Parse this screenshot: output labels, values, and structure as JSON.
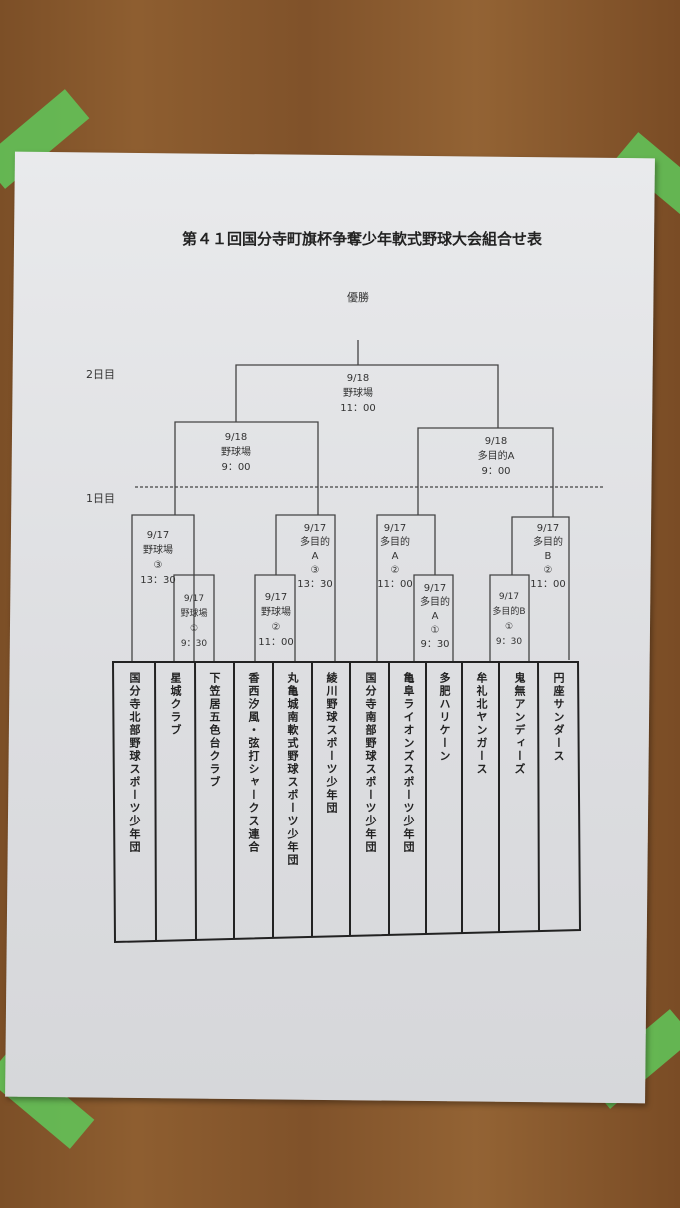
{
  "title": "第４１回国分寺町旗杯争奪少年軟式野球大会組合せ表",
  "champion_label": "優勝",
  "day2_label": "2日目",
  "day1_label": "1日目",
  "final": {
    "date": "9/18",
    "venue": "野球場",
    "time": "11：00"
  },
  "semis": [
    {
      "date": "9/18",
      "venue": "野球場",
      "time": "9：00"
    },
    {
      "date": "9/18",
      "venue": "多目的A",
      "time": "9：00"
    }
  ],
  "round1": [
    {
      "date": "9/17",
      "venue": "野球場",
      "court": "③",
      "time": "13：30"
    },
    {
      "date": "9/17",
      "venue": "野球場",
      "court": "①",
      "time": "9：30"
    },
    {
      "date": "9/17",
      "venue": "野球場",
      "court": "②",
      "time": "11：00"
    },
    {
      "date": "9/17",
      "venue": "多目的",
      "court_sub": "A",
      "court": "③",
      "time": "13：30"
    },
    {
      "date": "9/17",
      "venue": "多目的",
      "court_sub": "A",
      "court": "②",
      "time": "11：00"
    },
    {
      "date": "9/17",
      "venue": "多目的",
      "court_sub": "A",
      "court": "①",
      "time": "9：30"
    },
    {
      "date": "9/17",
      "venue": "多目的B",
      "court": "①",
      "time": "9：30"
    },
    {
      "date": "9/17",
      "venue": "多目的",
      "court_sub": "B",
      "court": "②",
      "time": "11：00"
    }
  ],
  "teams": [
    "国分寺北部野球スポーツ少年団",
    "星城クラブ",
    "下笠居五色台クラブ",
    "香西汐風・弦打シャークス連合",
    "丸亀城南軟式野球スポーツ少年団",
    "綾川野球スポーツ少年団",
    "国分寺南部野球スポーツ少年団",
    "亀阜ライオンズスポーツ少年団",
    "多肥ハリケーン",
    "牟礼北ヤンガース",
    "鬼無アンディーズ",
    "円座サンダース"
  ],
  "colors": {
    "wood": "#8a5a2e",
    "tape": "#60c85a",
    "paper": "#e3e4e6"
  }
}
